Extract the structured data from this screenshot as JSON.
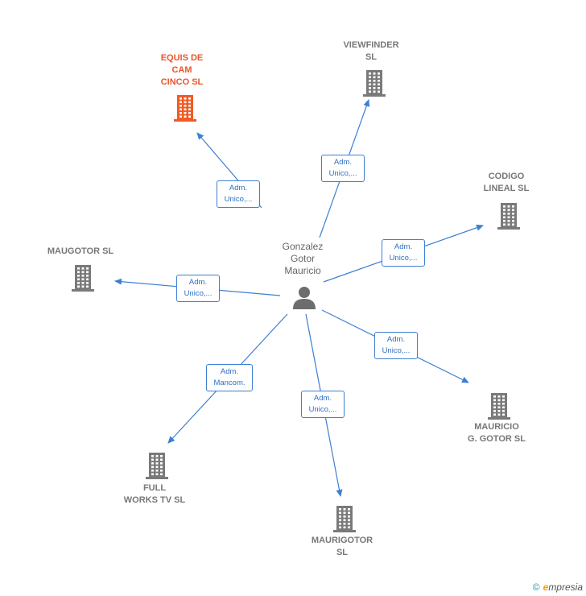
{
  "colors": {
    "edge": "#3d7fd4",
    "building": "#7a7a7a",
    "building_highlight": "#f25a23",
    "person": "#6d6d6d"
  },
  "person": {
    "name": "Gonzalez\nGotor\nMauricio",
    "icon": "person-icon"
  },
  "companies": [
    {
      "id": "equis",
      "label": "EQUIS DE\nCAM\nCINCO  SL",
      "highlight": true,
      "icon": "building-icon"
    },
    {
      "id": "viewfinder",
      "label": "VIEWFINDER\nSL",
      "highlight": false,
      "icon": "building-icon"
    },
    {
      "id": "codigo",
      "label": "CODIGO\nLINEAL  SL",
      "highlight": false,
      "icon": "building-icon"
    },
    {
      "id": "maugotor",
      "label": "MAUGOTOR SL",
      "highlight": false,
      "icon": "building-icon"
    },
    {
      "id": "mauricio",
      "label": "MAURICIO\nG.  GOTOR  SL",
      "highlight": false,
      "icon": "building-icon"
    },
    {
      "id": "fullworks",
      "label": "FULL\nWORKS TV SL",
      "highlight": false,
      "icon": "building-icon"
    },
    {
      "id": "maurigotor",
      "label": "MAURIGOTOR\nSL",
      "highlight": false,
      "icon": "building-icon"
    }
  ],
  "relations": [
    {
      "to": "equis",
      "label": "Adm.\nUnico,..."
    },
    {
      "to": "viewfinder",
      "label": "Adm.\nUnico,..."
    },
    {
      "to": "codigo",
      "label": "Adm.\nUnico,..."
    },
    {
      "to": "maugotor",
      "label": "Adm.\nUnico,..."
    },
    {
      "to": "mauricio",
      "label": "Adm.\nUnico,..."
    },
    {
      "to": "fullworks",
      "label": "Adm.\nMancom."
    },
    {
      "to": "maurigotor",
      "label": "Adm.\nUnico,..."
    }
  ],
  "footer": {
    "copyright": "©",
    "brand_initial": "e",
    "brand_rest": "mpresia"
  }
}
